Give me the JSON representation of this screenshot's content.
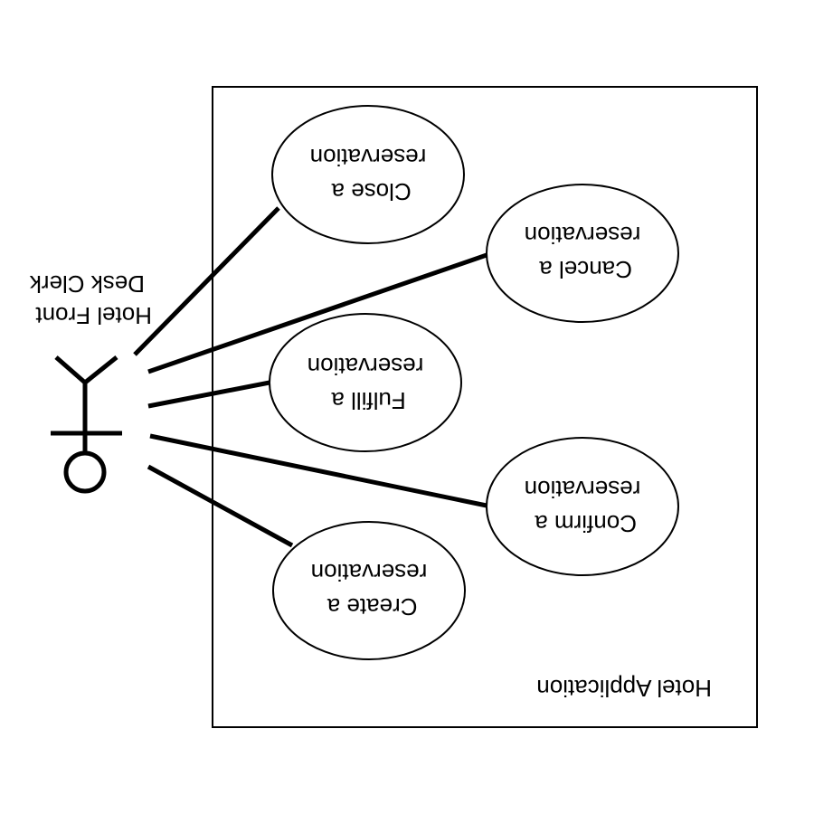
{
  "actor": {
    "name_lines": [
      "Hotel Front",
      "Desk Clerk"
    ]
  },
  "system_boundary": {
    "label": "Hotel Application"
  },
  "use_cases": [
    {
      "lines": [
        "Create a",
        "reservation"
      ]
    },
    {
      "lines": [
        "Confirm a",
        "reservation"
      ]
    },
    {
      "lines": [
        "Fulfill a",
        "reservation"
      ]
    },
    {
      "lines": [
        "Cancel a",
        "reservation"
      ]
    },
    {
      "lines": [
        "Close a",
        "reservation"
      ]
    }
  ],
  "colors": {
    "stroke": "#000000",
    "background": "#ffffff"
  }
}
